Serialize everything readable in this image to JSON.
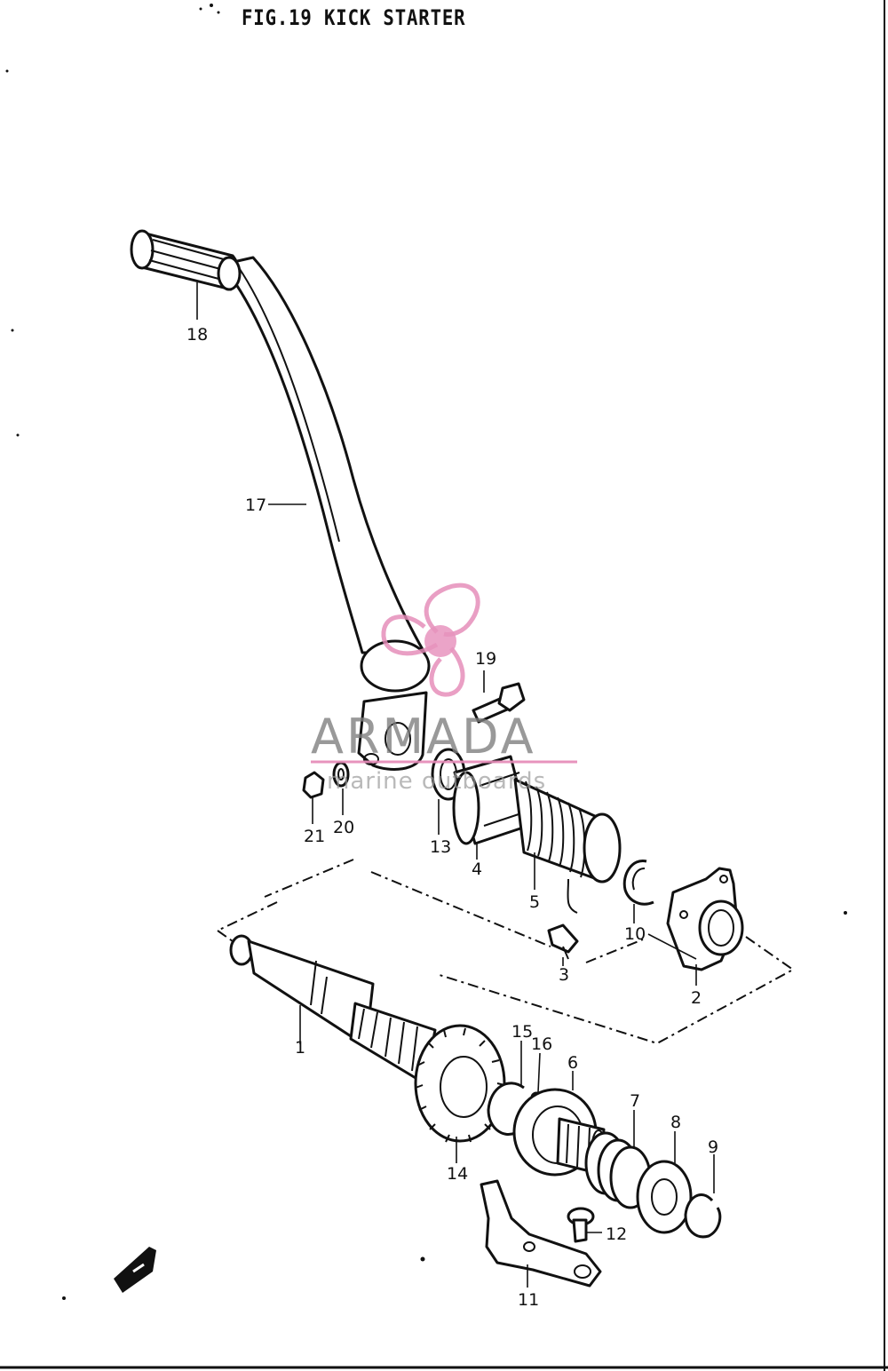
{
  "figure": {
    "title": "FIG.19  KICK STARTER"
  },
  "watermark": {
    "brand": "ARMADA",
    "tagline": "marine outboards",
    "logo_icon": "propeller-icon",
    "colors": {
      "propeller": "#e58bb8",
      "text": "#7d7d7d",
      "rule": "#e58bb8"
    }
  },
  "callouts": {
    "p1": "1",
    "p2": "2",
    "p3": "3",
    "p4": "4",
    "p5": "5",
    "p6": "6",
    "p7": "7",
    "p8": "8",
    "p9": "9",
    "p10": "10",
    "p11": "11",
    "p12": "12",
    "p13": "13",
    "p14": "14",
    "p15": "15",
    "p16": "16",
    "p17": "17",
    "p18": "18",
    "p19": "19",
    "p20": "20",
    "p21": "21"
  },
  "colors": {
    "ink": "#111111",
    "paper": "#ffffff"
  }
}
